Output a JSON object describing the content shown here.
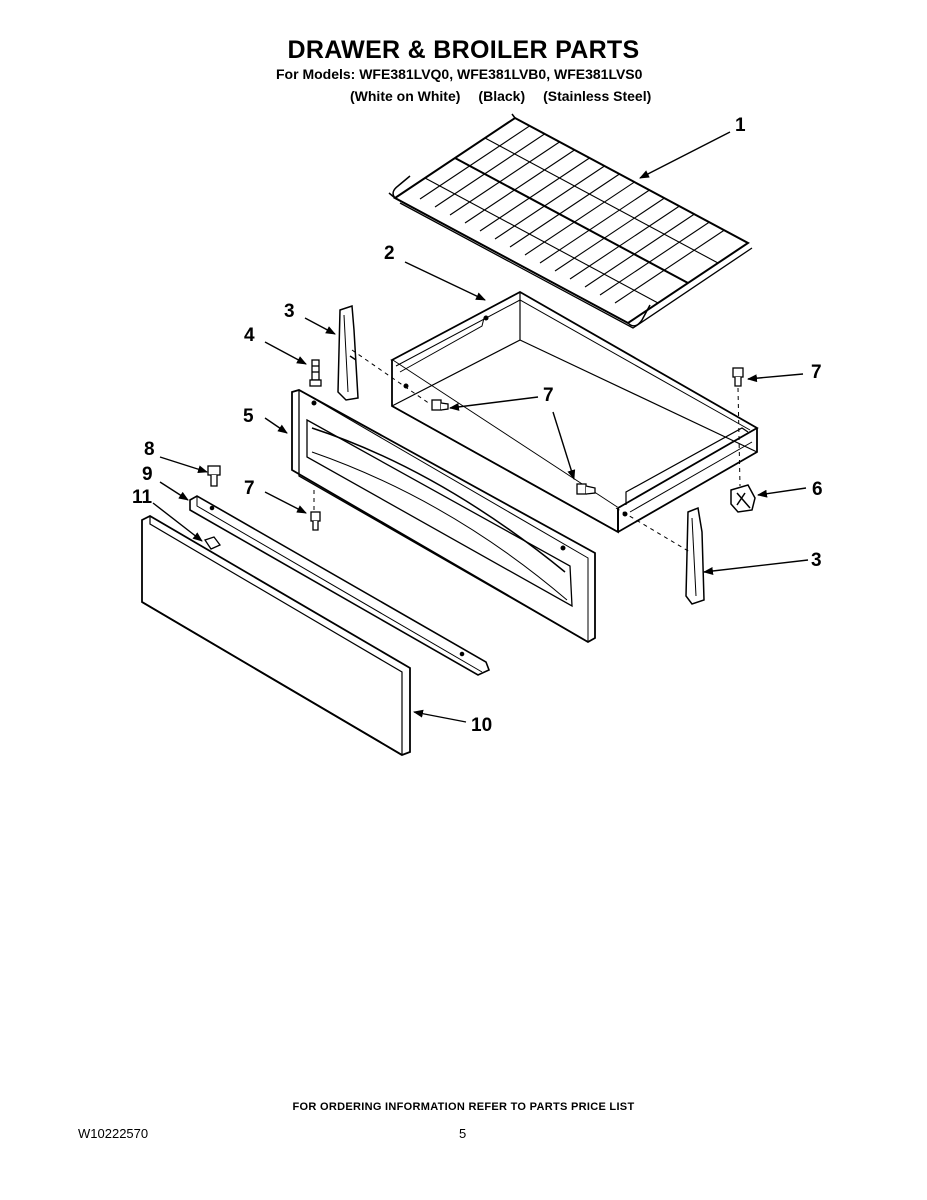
{
  "header": {
    "title": "DRAWER & BROILER PARTS",
    "models_line": "For Models: WFE381LVQ0, WFE381LVB0, WFE381LVS0",
    "variants": [
      "(White on White)",
      "(Black)",
      "(Stainless Steel)"
    ]
  },
  "callouts": {
    "c1": "1",
    "c2": "2",
    "c3a": "3",
    "c3b": "3",
    "c4": "4",
    "c5": "5",
    "c6": "6",
    "c7a": "7",
    "c7b": "7",
    "c7c": "7",
    "c8": "8",
    "c9": "9",
    "c10": "10",
    "c11": "11"
  },
  "footer": {
    "ordering_note": "FOR ORDERING INFORMATION REFER TO PARTS PRICE LIST",
    "doc_number": "W10222570",
    "page_number": "5"
  }
}
